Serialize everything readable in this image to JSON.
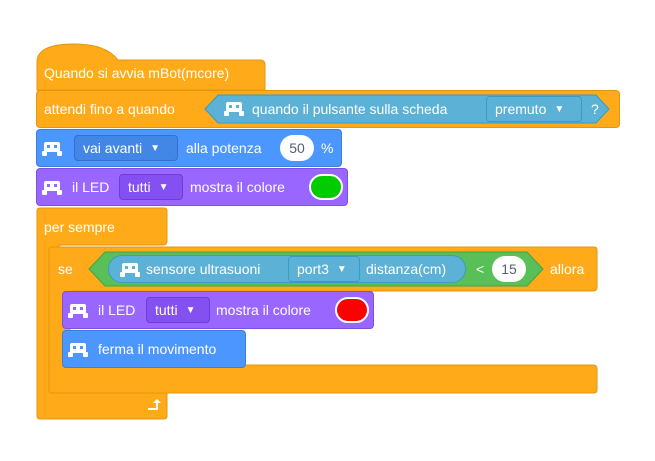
{
  "hat": {
    "label": "Quando si avvia mBot(mcore)"
  },
  "wait_until": {
    "label": "attendi fino a quando",
    "condition_label": "quando il pulsante sulla scheda",
    "dropdown": "premuto",
    "suffix": "?"
  },
  "move": {
    "dropdown": "vai avanti",
    "label": "alla potenza",
    "value": "50",
    "unit": "%"
  },
  "led1": {
    "label": "il LED",
    "dropdown": "tutti",
    "label2": "mostra il colore",
    "color": "#00cc00"
  },
  "forever": {
    "label": "per sempre"
  },
  "if_block": {
    "label": "se",
    "sensor_label": "sensore ultrasuoni",
    "port": "port3",
    "measure": "distanza(cm)",
    "operator": "<",
    "value": "15",
    "then_label": "allora"
  },
  "led2": {
    "label": "il LED",
    "dropdown": "tutti",
    "label2": "mostra il colore",
    "color": "#ff0000"
  },
  "stop": {
    "label": "ferma il movimento"
  },
  "icons": {
    "robot": "mbot-robot-icon",
    "loop": "loop-arrow-icon",
    "caret": "dropdown-caret-icon"
  },
  "colors": {
    "events": "#ffab19",
    "motion": "#4c97ff",
    "looks": "#9966ff",
    "operators": "#59c059",
    "sensing": "#5cb1d6"
  }
}
